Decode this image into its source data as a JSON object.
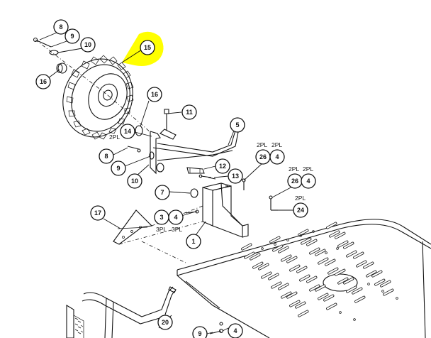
{
  "highlight_color": "#ffff00",
  "callouts": {
    "c8a": "8",
    "c9a": "9",
    "c10a": "10",
    "c15": "15",
    "c16a": "16",
    "c16b": "16",
    "c11": "11",
    "c14": "14",
    "c5": "5",
    "c8b": "8",
    "c9b": "9",
    "c10b": "10",
    "c12": "12",
    "c13": "13",
    "c7": "7",
    "c3": "3",
    "c4a": "4",
    "c1": "1",
    "c17": "17",
    "c26a": "26",
    "c4b": "4",
    "c26b": "26",
    "c4c": "4",
    "c24": "24",
    "c20": "20",
    "c9c": "9",
    "c4d": "4"
  },
  "quantities": {
    "q14": "2PL",
    "q26a": "2PL",
    "q4b": "2PL",
    "q26b": "2PL",
    "q4c": "2PL",
    "q24": "2PL",
    "q3": "3PL",
    "q4a": "3PL"
  }
}
